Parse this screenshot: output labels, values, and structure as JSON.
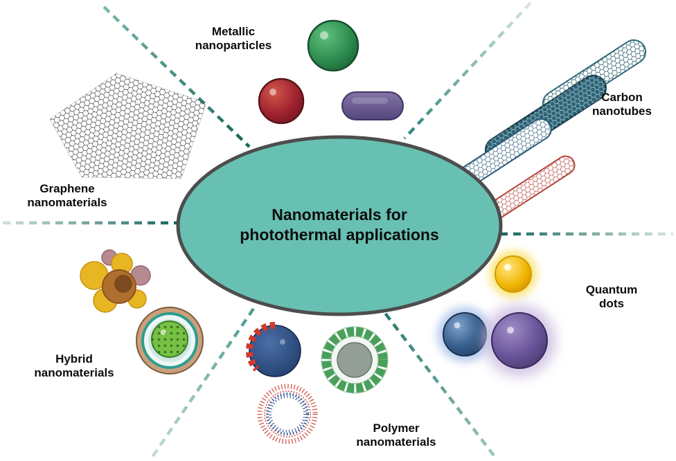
{
  "diagram": {
    "title": "Nanomaterials for\nphotothermal applications"
  },
  "labels": {
    "metallic": "Metallic\nnanoparticles",
    "carbon": "Carbon\nnanotubes",
    "graphene": "Graphene\nnanomaterials",
    "quantum": "Quantum\ndots",
    "hybrid": "Hybrid\nnanomaterials",
    "polymer": "Polymer\nnanomaterials"
  },
  "colors": {
    "center_fill": "#68c0b2",
    "center_stroke": "#4d4d4d",
    "dash_dark_teal": "#15655a",
    "dash_light_teal": "#cfe0dc",
    "metallic_green": "#2e8b4f",
    "metallic_red": "#a32431",
    "metallic_purple": "#6a5a8e",
    "quantum_yellow": "#f2b705",
    "quantum_blue": "#3a608f",
    "quantum_purple": "#6b569b",
    "nanotube_teal": "#2e6578",
    "nanotube_red": "#b5453c",
    "graphene_line": "#3c3c3c",
    "polymer_green": "#49a05a",
    "polymer_navy": "#2b4a8b",
    "polymer_red": "#d03a2e",
    "hybrid_gold": "#e9b623",
    "hybrid_brown": "#b06f2c"
  },
  "icons": {
    "metallic": "metallic-nanoparticles-illustration",
    "carbon": "carbon-nanotubes-illustration",
    "graphene": "graphene-sheet-illustration",
    "quantum": "quantum-dots-illustration",
    "hybrid": "hybrid-nanomaterials-illustration",
    "polymer": "polymer-nanomaterials-illustration"
  }
}
